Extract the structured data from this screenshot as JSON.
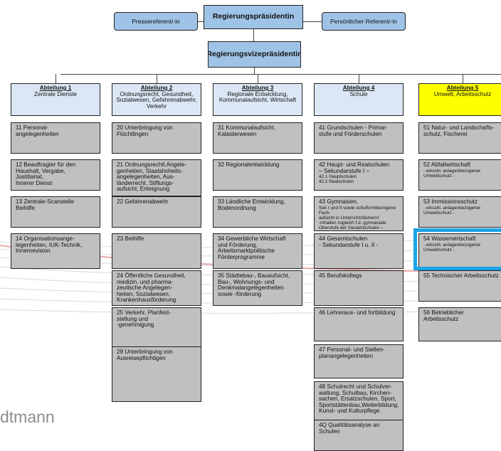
{
  "top": {
    "president": "Regierungspräsidentin",
    "vice": "Regierungsvizepräsidentin",
    "press": "Pressereferent/-in",
    "personal": "Persönlicher Referent/-in"
  },
  "watermark": "dtmann",
  "departments": [
    {
      "title": "Abteilung 1",
      "subtitle": "Zentrale Dienste",
      "units": [
        {
          "text": "11 Personal-\nangelegenheiten"
        },
        {
          "text": "12 Beauftragter für den\nHaushalt, Vergabe,\nJustitiariat,\nInnerer Dienst"
        },
        {
          "text": "13 Zentrale-Scanstelle\nBeihilfe"
        },
        {
          "text": "14 Organisationsange-\nlegenheiten, IUK-Technik,\nInnenrevision"
        }
      ]
    },
    {
      "title": "Abteilung 2",
      "subtitle": "Ordnungsrecht, Gesundheit,\nSozialwesen, Gefahrenabwehr,\nVerkehr",
      "units": [
        {
          "text": "20 Unterbringung von\nFlüchtlingen"
        },
        {
          "text": "21 Ordnungsrechtl.Angele-\ngenheiten, Staatshoheits-\nangelegenheiten, Aus-\nländerrecht, Stiftungs-\naufsicht, Enteignung"
        },
        {
          "text": "22 Gefahrenabwehr"
        },
        {
          "text": "23 Beihilfe"
        },
        {
          "text": "24 Öffentliche Gesundheit,\nmedizin. und pharma-\nzeutische Angelegen-\nheiten, Sozialwesen,\nKrankenhausförderung"
        },
        {
          "text": "25 Verkehr, Planfest-\nstellung und\n-genehmigung"
        },
        {
          "text": "29 Unterbringung von\nAusreisepflichtigen"
        }
      ]
    },
    {
      "title": "Abteilung 3",
      "subtitle": "Regionale Entwicklung,\nKommunalaufsicht, Wirtschaft",
      "units": [
        {
          "text": "31 Kommunalaufsicht,\nKatasterwesen"
        },
        {
          "text": "32 Regionalentwicklung"
        },
        {
          "text": "33 Ländliche Entwicklung,\nBodenordnung"
        },
        {
          "text": "34 Gewerbliche Wirtschaft\nund Förderung,\nArbeitsmarktpolitische\nFörderprogramme"
        },
        {
          "text": "35 Städtebau-, Bauaufsicht,\nBau-, Wohnungs- und\nDenkmalangelegenheiten\nsowie -förderung"
        }
      ]
    },
    {
      "title": "Abteilung 4",
      "subtitle": "Schule",
      "units": [
        {
          "text": "41 Grundschulen - Primar-\nstufe und Förderschulen"
        },
        {
          "text": "42 Haupt- und Realschulen\n– Sekundarstufe I –",
          "sub": "42.1 Hauptschulen\n42.2 Realschulen"
        },
        {
          "text": "43 Gymnasien,",
          "sub": "Sek I und II sowie schulformbezogene Fach-\naufsicht in Unterrichtsfächern/\n-inhalten zugleich f.d. gymnasiale\nOberstufe der Gesamtschulen –\nSek. I u. II -, Zweiter Bildungsweg"
        },
        {
          "text": "44 Gesamtschulen\n- Sekundarstufe I u. II -"
        },
        {
          "text": "45 Berufskollegs"
        },
        {
          "text": "46 Lehreraus- und fortbildung"
        },
        {
          "text": "47 Personal- und Stellen-\nplanangelegenheiten"
        },
        {
          "text": "48 Schulrecht und Schulver-\nwaltung, Schulbau, Kirchen-\nsachen, Ersatzschulen, Sport,\nSportstättenbau,Weiterbildung,\nKunst- und Kulturpflege"
        },
        {
          "text": "4Q Qualitätsanalyse an\nSchulen"
        }
      ]
    },
    {
      "title": "Abteilung 5",
      "subtitle": "Umwelt, Arbeitsschutz",
      "units": [
        {
          "text": "51  Natur- und Landschafts-\nschutz, Fischerei"
        },
        {
          "text": "52 Abfallwirtschaft",
          "sub": "- einschl. anlagenbezogener\nUmweltschutz -"
        },
        {
          "text": "53 Immissionsschutz",
          "sub": "- einschl. anlagenbezogener\nUmweltschutz -"
        },
        {
          "text": "54  Wasserwirtschaft",
          "sub": "- einschl. anlagenbezogener\nUmweltschutz -"
        },
        {
          "text": "55 Technischer Arbeitsschutz"
        },
        {
          "text": "56 Betrieblicher\nArbeitsschutz"
        }
      ]
    }
  ],
  "colors": {
    "top": "#9ec3e6",
    "dept": "#dbe7f5",
    "dept5": "#ffff00",
    "unit": "#c0c0c0",
    "highlight": "#1aa3e8"
  }
}
